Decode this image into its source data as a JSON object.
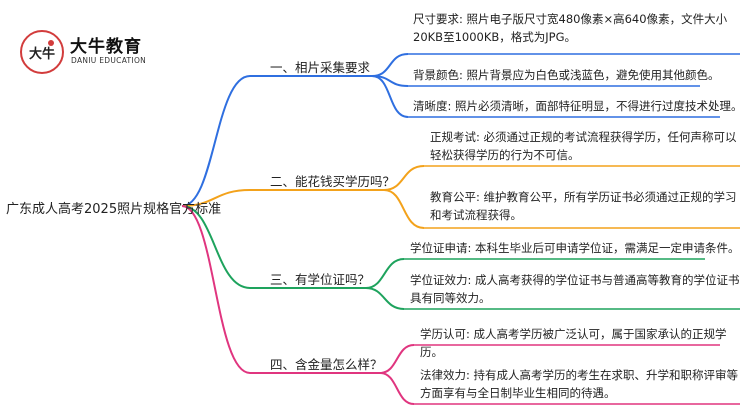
{
  "logo": {
    "mark_text": "大牛",
    "name": "大牛教育",
    "name_en": "DANIU EDUCATION"
  },
  "root": {
    "label": "广东成人高考2025照片规格官方标准"
  },
  "colors": {
    "blue": "#2f6fe0",
    "orange": "#f3a21b",
    "green": "#1ea35d",
    "magenta": "#e0357f",
    "logo_red": "#d23c3c"
  },
  "branches": [
    {
      "label": "一、相片采集要求",
      "color": "blue",
      "leaves": [
        "尺寸要求: 照片电子版尺寸宽480像素×高640像素，文件大小20KB至1000KB，格式为JPG。",
        "背景颜色: 照片背景应为白色或浅蓝色，避免使用其他颜色。",
        "清晰度: 照片必须清晰，面部特征明显，不得进行过度技术处理。"
      ]
    },
    {
      "label": "二、能花钱买学历吗？",
      "color": "orange",
      "leaves": [
        "正规考试: 必须通过正规的考试流程获得学历，任何声称可以轻松获得学历的行为不可信。",
        "教育公平: 维护教育公平，所有学历证书必须通过正规的学习和考试流程获得。"
      ]
    },
    {
      "label": "三、有学位证吗？",
      "color": "green",
      "leaves": [
        "学位证申请: 本科生毕业后可申请学位证，需满足一定申请条件。",
        "学位证效力: 成人高考获得的学位证书与普通高等教育的学位证书具有同等效力。"
      ]
    },
    {
      "label": "四、含金量怎么样？",
      "color": "magenta",
      "leaves": [
        "学历认可: 成人高考学历被广泛认可，属于国家承认的正规学历。",
        "法律效力: 持有成人高考学历的考生在求职、升学和职称评审等方面享有与全日制毕业生相同的待遇。"
      ]
    }
  ]
}
